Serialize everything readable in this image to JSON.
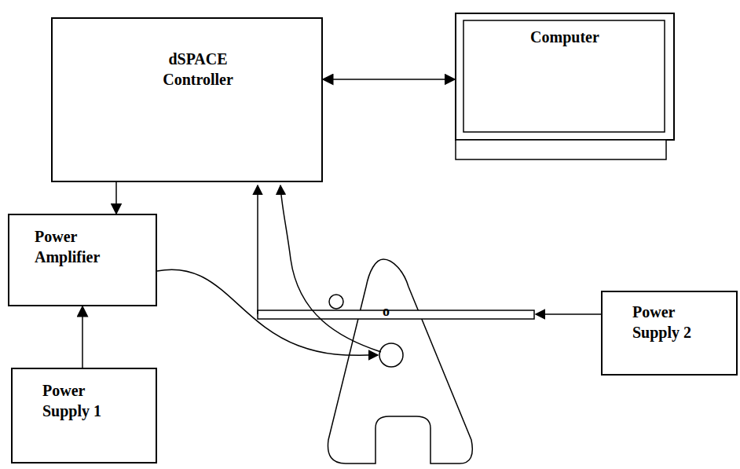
{
  "diagram": {
    "nodes": [
      {
        "text": [
          "dSPACE Controller"
        ]
      },
      {
        "text": [
          "Computer"
        ]
      },
      {
        "text": [
          "Power Amplifier"
        ]
      },
      {
        "text": [
          "Power Supply 1"
        ]
      },
      {
        "text": [
          "Power Supply 2"
        ]
      }
    ],
    "edges": [
      {
        "from": 0,
        "to": 1,
        "arrow": "both"
      },
      {
        "from": 0,
        "to": 2,
        "arrow": "to"
      },
      {
        "from": 3,
        "to": 2,
        "arrow": "to"
      }
    ],
    "labels": [
      "o"
    ]
  }
}
